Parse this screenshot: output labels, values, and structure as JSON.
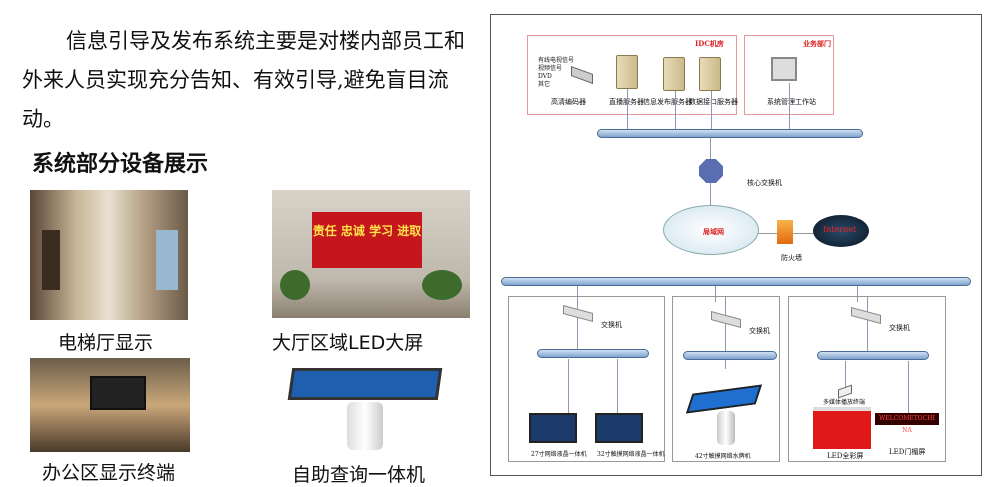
{
  "intro": "信息引导及发布系统主要是对楼内部员工和外来人员实现充分告知、有效引导,避免盲目流动。",
  "heading": "系统部分设备展示",
  "photos": [
    {
      "caption": "电梯厅显示"
    },
    {
      "caption": "大厅区域LED大屏",
      "screen_text": "责任 忠诚 学习 进取"
    },
    {
      "caption": "办公区显示终端"
    },
    {
      "caption": "自助查询一体机"
    }
  ],
  "diagram": {
    "idc_label": "IDC机房",
    "dept_label": "业务部门",
    "inputs": [
      "有线电视信号",
      "视频信号",
      "DVD",
      "其它"
    ],
    "encoder": "高清编码器",
    "live_server": "直播服务器",
    "info_server": "信息发布服务器",
    "data_server": "数据接口服务器",
    "workstation": "系统管理工作站",
    "core_switch": "核心交换机",
    "lan": "局域网",
    "firewall": "防火墙",
    "internet": "Internet",
    "switch": "交换机",
    "dev27": "27寸网络液晶一体机",
    "dev32": "32寸触摸网络液晶一体机",
    "dev42": "42寸触摸网络水牌机",
    "player": "多媒体播放终端",
    "led_full": "LED全彩屏",
    "led_door": "LED门楣屏",
    "led_door_text": "WELCOMETOCHI NA"
  }
}
